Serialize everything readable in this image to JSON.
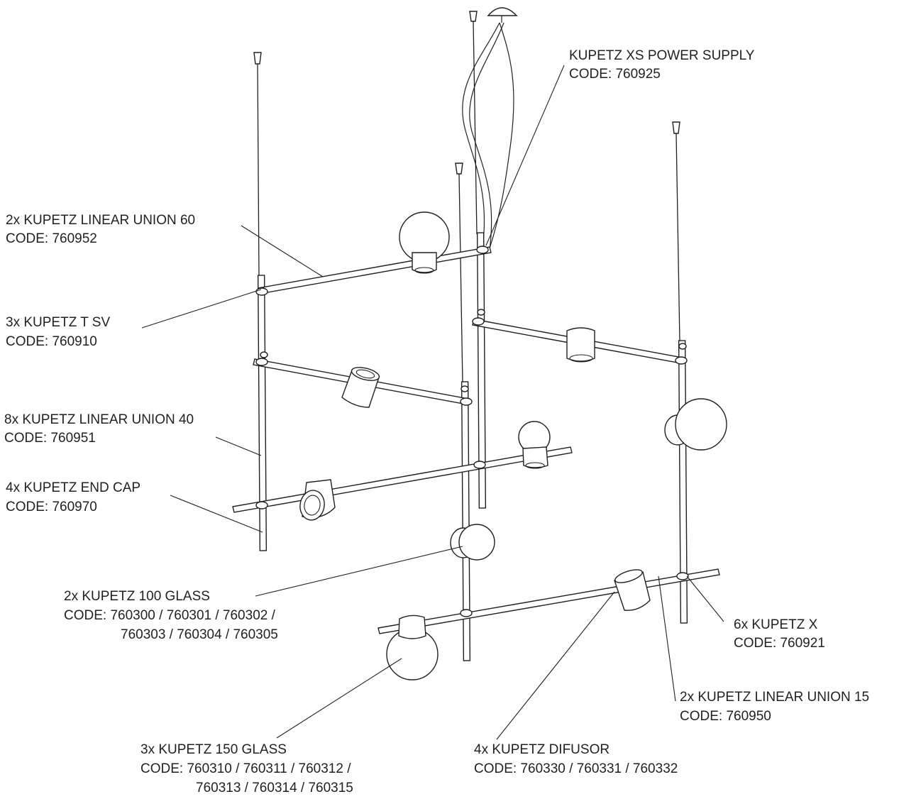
{
  "callouts": [
    {
      "id": "power-supply",
      "line1": "KUPETZ XS POWER SUPPLY",
      "line2": "CODE: 760925"
    },
    {
      "id": "linear-union-60",
      "line1": "2x KUPETZ LINEAR UNION 60",
      "line2": "CODE: 760952"
    },
    {
      "id": "t-sv",
      "line1": "3x KUPETZ T SV",
      "line2": "CODE: 760910"
    },
    {
      "id": "linear-union-40",
      "line1": "8x KUPETZ LINEAR UNION 40",
      "line2": "CODE: 760951"
    },
    {
      "id": "end-cap",
      "line1": "4x KUPETZ END CAP",
      "line2": "CODE: 760970"
    },
    {
      "id": "glass-100",
      "line1": "2x KUPETZ 100 GLASS",
      "line2": "CODE: 760300 / 760301 / 760302 /",
      "line3": "760303 / 760304 / 760305"
    },
    {
      "id": "kupetz-x",
      "line1": "6x KUPETZ X",
      "line2": "CODE: 760921"
    },
    {
      "id": "linear-union-15",
      "line1": "2x KUPETZ LINEAR UNION 15",
      "line2": "CODE: 760950"
    },
    {
      "id": "glass-150",
      "line1": "3x KUPETZ 150 GLASS",
      "line2": "CODE: 760310 / 760311 / 760312 /",
      "line3": "760313 / 760314 / 760315"
    },
    {
      "id": "difusor",
      "line1": "4x KUPETZ DIFUSOR",
      "line2": "CODE: 760330 / 760331 / 760332"
    }
  ],
  "colors": {
    "ink": "#231f20",
    "background": "#ffffff"
  }
}
